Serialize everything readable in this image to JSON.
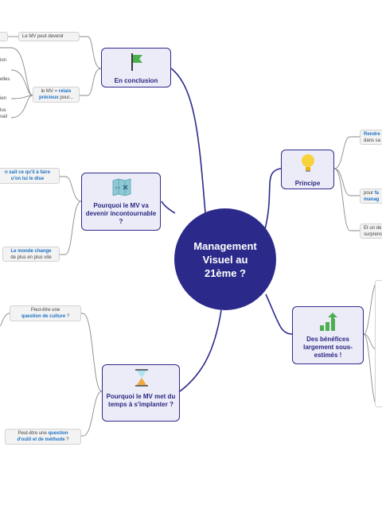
{
  "central": {
    "title": "Management Visuel au 21ème ?"
  },
  "branches": {
    "conclusion": {
      "label": "En conclusion",
      "icon": "flag-icon"
    },
    "principe": {
      "label": "Principe",
      "icon": "lightbulb-icon"
    },
    "incontournable": {
      "label": "Pourquoi le MV va devenir incontournable ?",
      "icon": "map-icon"
    },
    "benefices": {
      "label": "Des bénéfices largement sous-estimés !",
      "icon": "growth-chart-icon"
    },
    "implanter": {
      "label": "Pourquoi le MV met du temps à s'implanter ?",
      "icon": "hourglass-icon"
    }
  },
  "leaves": {
    "mv_peut_devenir": "Le MV peut devenir",
    "relais_pre": "le MV = ",
    "relais_hl1": "relais",
    "relais_hl2": "précieux",
    "relais_post": " pour...",
    "rendre_hl": "Rendre",
    "rendre_post": "dans sa",
    "pour_fa_pre": "pour ",
    "pour_fa_hl1": "fa",
    "pour_fa_hl2": "manag",
    "et_un": "Et un de",
    "surprenc": "surprenc",
    "sait_l1": "n sait ce qu'il à faire",
    "sait_l2": "u'on lui le dise",
    "monde_hl": "Le monde change",
    "monde_post": "de plus en plus vite",
    "culture_pre": "Peut-être une",
    "culture_hl": "question de culture",
    "culture_post": " ?",
    "outil_pre": "Peut-être une ",
    "outil_hl1": "question",
    "outil_hl2": "d'outil et de méthode",
    "outil_post": " ?"
  },
  "partial_texts": {
    "p1": "ion",
    "p2": "elles",
    "p3": "ien",
    "p4": "lus",
    "p5": "vail"
  },
  "colors": {
    "primary": "#2b2a8a",
    "node_fill": "#ecebf8",
    "highlight": "#1d72c4",
    "leaf_fill": "#f3f3f3",
    "line": "#2b2a8a",
    "leaf_line": "#8a8a8a"
  }
}
